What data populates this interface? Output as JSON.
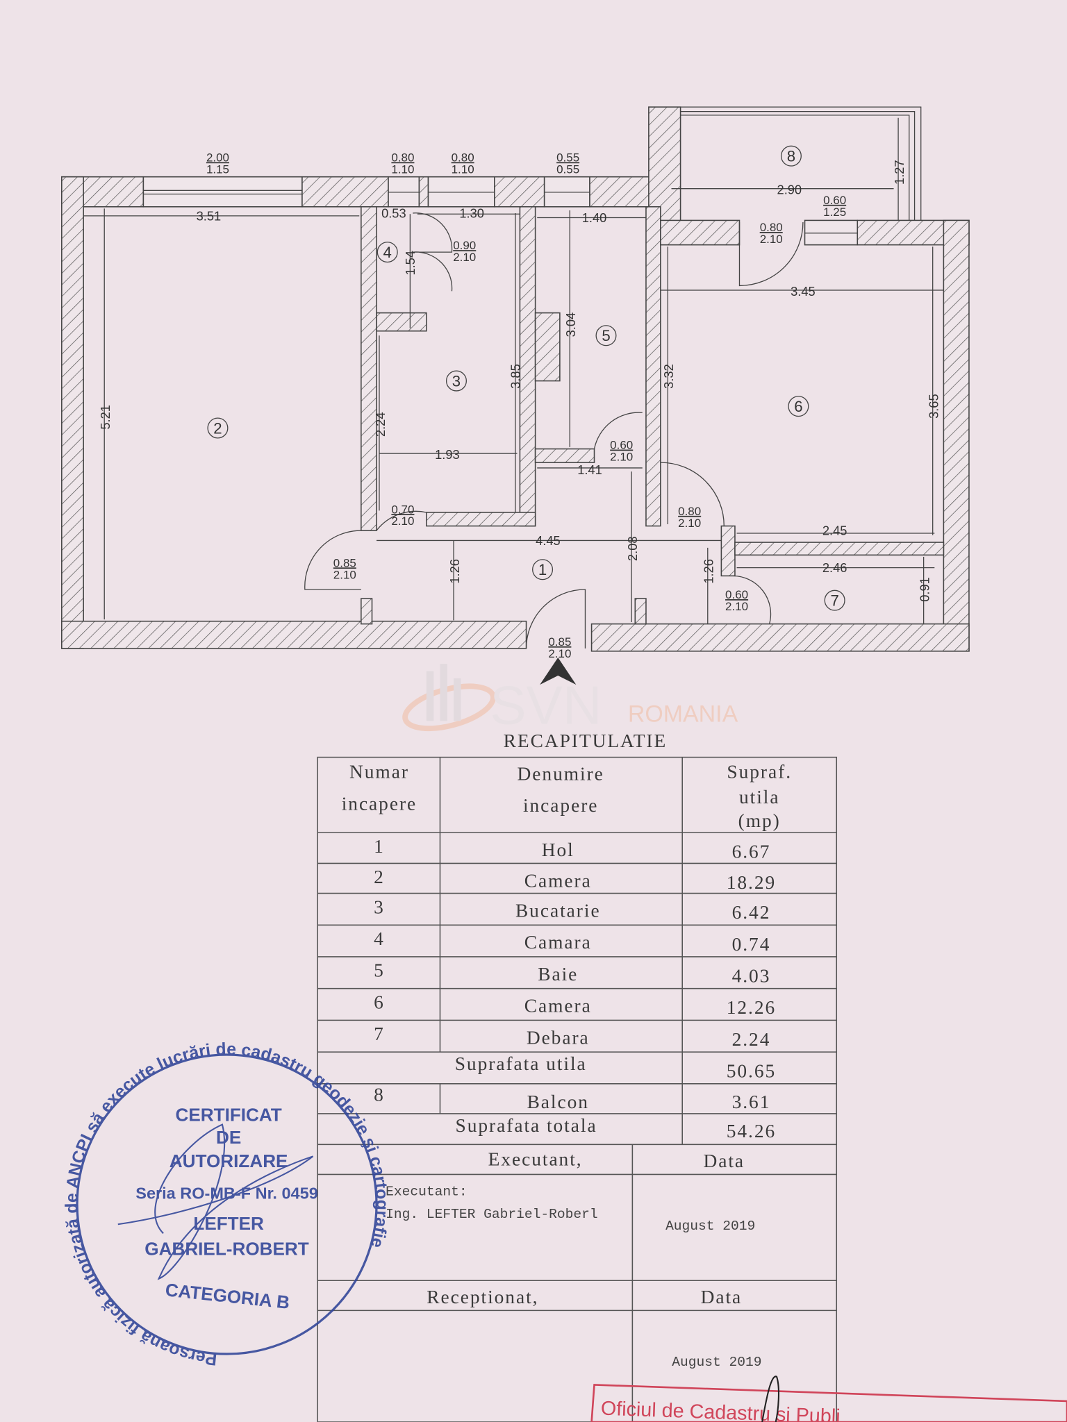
{
  "floor_plan": {
    "rooms": [
      "1",
      "2",
      "3",
      "4",
      "5",
      "6",
      "7",
      "8"
    ],
    "openings": [
      {
        "w": "2.00",
        "h": "1.15"
      },
      {
        "w": "0.80",
        "h": "1.10"
      },
      {
        "w": "0.80",
        "h": "1.10"
      },
      {
        "w": "0.55",
        "h": "0.55"
      },
      {
        "w": "0.90",
        "h": "2.10"
      },
      {
        "w": "0.80",
        "h": "2.10"
      },
      {
        "w": "0.60",
        "h": "1.25"
      },
      {
        "w": "0.60",
        "h": "2.10"
      },
      {
        "w": "0.70",
        "h": "2.10"
      },
      {
        "w": "0.80",
        "h": "2.10"
      },
      {
        "w": "0.85",
        "h": "2.10"
      },
      {
        "w": "0.60",
        "h": "2.10"
      },
      {
        "w": "0.85",
        "h": "2.10"
      }
    ],
    "dimensions": {
      "d351": "3.51",
      "d053": "0.53",
      "d130": "1.30",
      "d140": "1.40",
      "d290": "2.90",
      "d127": "1.27",
      "d345": "3.45",
      "d521": "5.21",
      "d154": "1.54",
      "d385": "3.85",
      "d304": "3.04",
      "d332": "3.32",
      "d365": "3.65",
      "d224": "2.24",
      "d193": "1.93",
      "d141": "1.41",
      "d445": "4.45",
      "d245": "2.45",
      "d246": "2.46",
      "d126a": "1.26",
      "d208": "2.08",
      "d126b": "1.26",
      "d091": "0.91"
    },
    "north_arrow_icon": "north-arrow"
  },
  "watermark": {
    "brand": "SVN",
    "sub": "ROMANIA",
    "accent": "#f2a77a"
  },
  "summary": {
    "title": "RECAPITULATIE",
    "headers": {
      "col1a": "Numar",
      "col1b": "incapere",
      "col2a": "Denumire",
      "col2b": "incapere",
      "col3a": "Supraf.",
      "col3b": "utila",
      "col3c": "(mp)"
    },
    "rows": [
      {
        "nr": "1",
        "name": "Hol",
        "area": "6.67"
      },
      {
        "nr": "2",
        "name": "Camera",
        "area": "18.29"
      },
      {
        "nr": "3",
        "name": "Bucatarie",
        "area": "6.42"
      },
      {
        "nr": "4",
        "name": "Camara",
        "area": "0.74"
      },
      {
        "nr": "5",
        "name": "Baie",
        "area": "4.03"
      },
      {
        "nr": "6",
        "name": "Camera",
        "area": "12.26"
      },
      {
        "nr": "7",
        "name": "Debara",
        "area": "2.24"
      }
    ],
    "useful_label": "Suprafata utila",
    "useful_value": "50.65",
    "balcony": {
      "nr": "8",
      "name": "Balcon",
      "area": "3.61"
    },
    "total_label": "Suprafata totala",
    "total_value": "54.26",
    "executant_label": "Executant,",
    "date_label": "Data",
    "executant_line1": "Executant:",
    "executant_line2": "Ing. LEFTER Gabriel-Roberl",
    "executant_date": "August 2019",
    "receptionat_label": "Receptionat,",
    "receptionat_date_label": "Data",
    "receptionat_date": "August 2019"
  },
  "stamp": {
    "ring_text": "Persoană fizică autorizată de ANCPI să execute lucrări de cadastru geodezie şi cartografie",
    "line1": "CERTIFICAT",
    "line2": "DE",
    "line3": "AUTORIZARE",
    "line4": "Seria RO-MB-F Nr. 0459",
    "line5": "LEFTER",
    "line6": "GABRIEL-ROBERT",
    "category": "CATEGORIA B",
    "color": "#34489a"
  },
  "office_stamp": {
    "text": "Oficiul de Cadastru si Publi",
    "color": "#d0455a"
  }
}
